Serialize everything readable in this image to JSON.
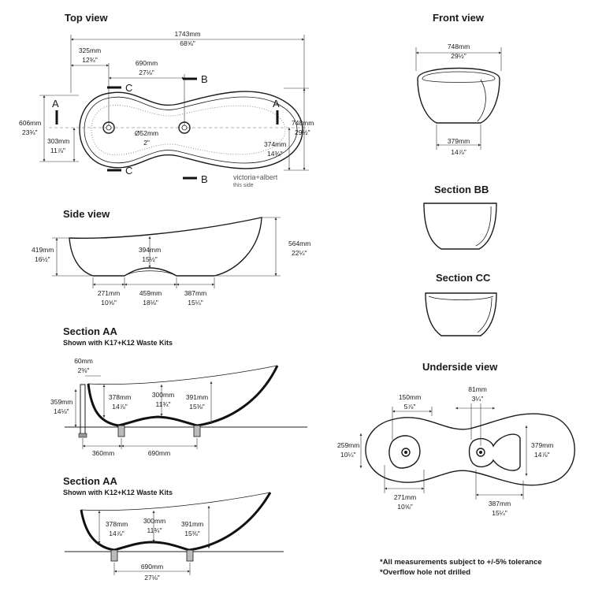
{
  "top_view": {
    "title": "Top view",
    "overall_length": {
      "mm": "1743mm",
      "in": "68⅝\""
    },
    "end_offset": {
      "mm": "325mm",
      "in": "12¾\""
    },
    "waste_spacing": {
      "mm": "690mm",
      "in": "27⅛\""
    },
    "width": {
      "mm": "606mm",
      "in": "23¾\""
    },
    "half_width": {
      "mm": "303mm",
      "in": "11⅞\""
    },
    "rim_width": {
      "mm": "748mm",
      "in": "29½\""
    },
    "inner_half": {
      "mm": "374mm",
      "in": "14¾\""
    },
    "hole_dia": {
      "mm": "Ø52mm",
      "in": "2\""
    },
    "section_a": "A",
    "section_b": "B",
    "section_c": "C",
    "logo": "victoria+albert",
    "logo_sub": "this side"
  },
  "front_view": {
    "title": "Front view",
    "width": {
      "mm": "748mm",
      "in": "29½\""
    },
    "base": {
      "mm": "379mm",
      "in": "14⅞\""
    }
  },
  "section_bb": {
    "title": "Section BB"
  },
  "section_cc": {
    "title": "Section CC"
  },
  "side_view": {
    "title": "Side view",
    "end_height": {
      "mm": "419mm",
      "in": "16½\""
    },
    "depth": {
      "mm": "394mm",
      "in": "15½\""
    },
    "overall_height": {
      "mm": "564mm",
      "in": "22¼\""
    },
    "left": {
      "mm": "271mm",
      "in": "10⅝\""
    },
    "mid": {
      "mm": "459mm",
      "in": "18⅛\""
    },
    "right": {
      "mm": "387mm",
      "in": "15¼\""
    }
  },
  "section_aa_1": {
    "title": "Section AA",
    "subtitle": "Shown with K17+K12 Waste Kits",
    "overflow": {
      "mm": "60mm",
      "in": "2⅜\""
    },
    "waste_height": {
      "mm": "359mm",
      "in": "14⅛\""
    },
    "depth_left": {
      "mm": "378mm",
      "in": "14⅞\""
    },
    "depth_mid": {
      "mm": "300mm",
      "in": "11¾\""
    },
    "depth_right": {
      "mm": "391mm",
      "in": "15⅜\""
    },
    "offset": "360mm",
    "spacing": "690mm"
  },
  "section_aa_2": {
    "title": "Section AA",
    "subtitle": "Shown with K12+K12 Waste Kits",
    "depth_left": {
      "mm": "378mm",
      "in": "14⅞\""
    },
    "depth_mid": {
      "mm": "300mm",
      "in": "11¾\""
    },
    "depth_right": {
      "mm": "391mm",
      "in": "15⅜\""
    },
    "spacing": {
      "mm": "690mm",
      "in": "27⅛\""
    }
  },
  "underside_view": {
    "title": "Underside view",
    "plinth_left": {
      "mm": "150mm",
      "in": "5⅞\""
    },
    "plinth_right": {
      "mm": "81mm",
      "in": "3¼\""
    },
    "height_left": {
      "mm": "259mm",
      "in": "10¼\""
    },
    "height_right": {
      "mm": "379mm",
      "in": "14⅞\""
    },
    "bottom_left": {
      "mm": "271mm",
      "in": "10⅝\""
    },
    "bottom_right": {
      "mm": "387mm",
      "in": "15¼\""
    }
  },
  "notes": [
    "*All measurements subject to +/-5% tolerance",
    "*Overflow hole not drilled"
  ]
}
